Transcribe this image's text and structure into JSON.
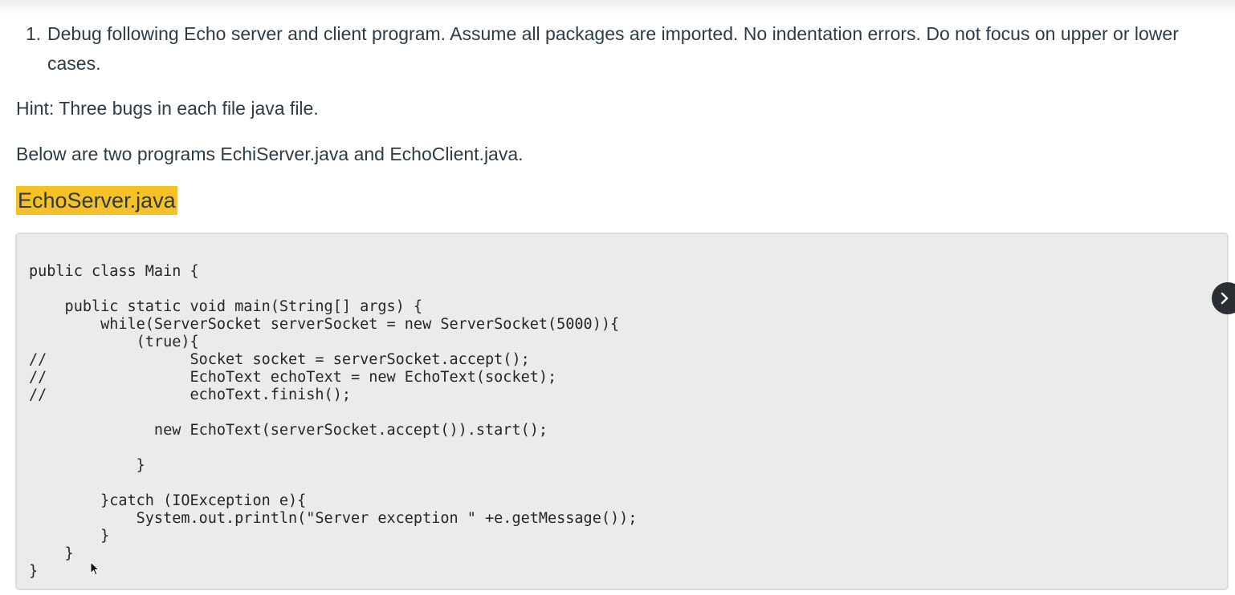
{
  "question": {
    "number": "1.",
    "text": "Debug following Echo server and client program. Assume all packages are imported. No indentation errors. Do not focus on upper or lower cases."
  },
  "hint": "Hint: Three bugs in each file java file.",
  "intro": "Below are two programs EchiServer.java and EchoClient.java.",
  "file_heading": "EchoServer.java",
  "code": "public class Main {\n\n    public static void main(String[] args) {\n        while(ServerSocket serverSocket = new ServerSocket(5000)){\n            (true){\n//                Socket socket = serverSocket.accept();\n//                EchoText echoText = new EchoText(socket);\n//                echoText.finish();\n\n              new EchoText(serverSocket.accept()).start();\n\n            }\n\n        }catch (IOException e){\n            System.out.println(\"Server exception \" +e.getMessage());\n        }\n    }\n}",
  "icons": {
    "next": "chevron-right-icon",
    "cursor": "mouse-pointer-icon"
  },
  "colors": {
    "highlight": "#f6c026",
    "code_background": "#ebebeb",
    "text": "#2d3b45",
    "next_button": "#2b2f33"
  }
}
